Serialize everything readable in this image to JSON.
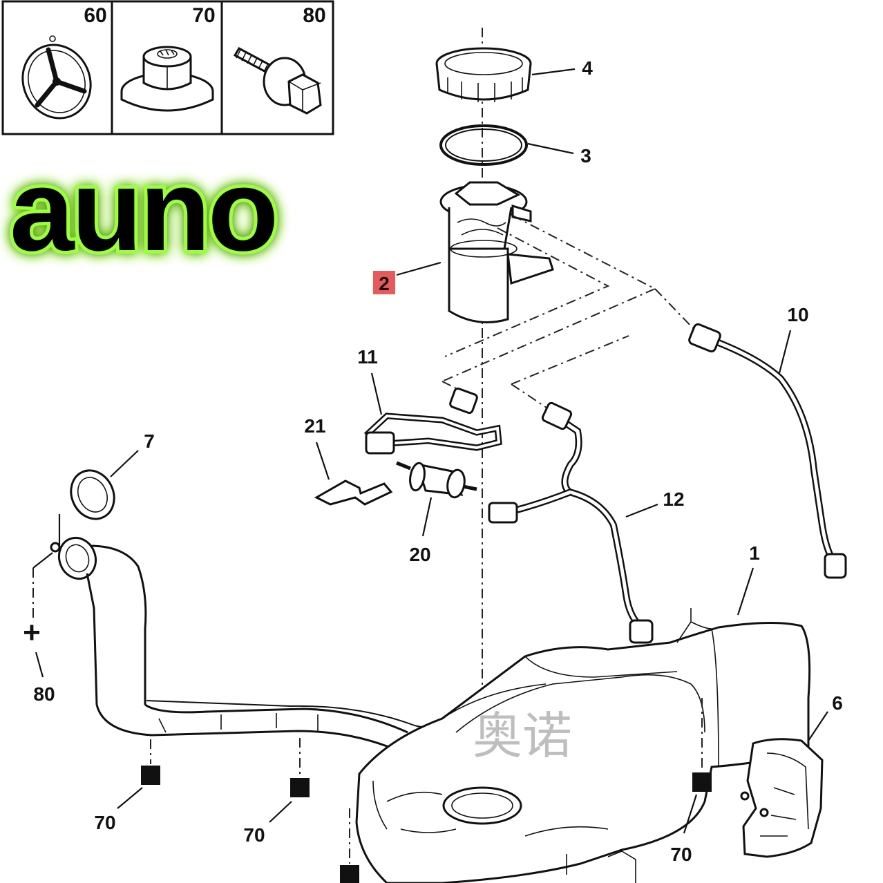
{
  "legend": {
    "boxes": [
      {
        "number": "60",
        "icon": "clip-fastener-icon"
      },
      {
        "number": "70",
        "icon": "flange-nut-icon"
      },
      {
        "number": "80",
        "icon": "bolt-icon"
      }
    ]
  },
  "brand": {
    "text": "auno",
    "glow_color": "#9cff3a"
  },
  "watermark": {
    "text": "奥诺"
  },
  "highlight_color": "#e85a5a",
  "callouts": {
    "c1": "1",
    "c2": "2",
    "c3": "3",
    "c4": "4",
    "c6": "6",
    "c7": "7",
    "c10": "10",
    "c11": "11",
    "c12": "12",
    "c20": "20",
    "c21": "21",
    "c80": "80",
    "c70a": "70",
    "c70b": "70",
    "c70c": "70",
    "plus": "+"
  }
}
